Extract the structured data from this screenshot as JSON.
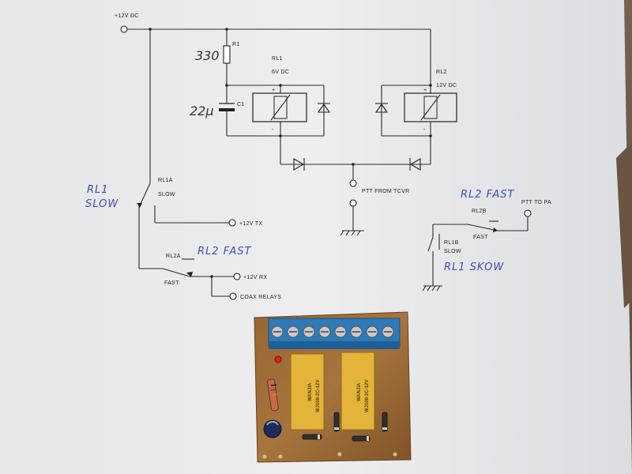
{
  "schematic": {
    "supply_label": "+12V DC",
    "r1_label": "R1",
    "r1_value": "330",
    "c1_label": "C1",
    "c1_value": "22µ",
    "rl1_label": "RL1",
    "rl1_voltage": "6V DC",
    "rl2_label": "RL2",
    "rl2_voltage": "12V DC",
    "pin_plus_1": "+",
    "pin_minus_1": "-",
    "pin_plus_2": "+",
    "pin_minus_2": "-",
    "ptt_from": "PTT FROM TCVR",
    "rl1a_label": "RL1A",
    "rl1a_mode": "SLOW",
    "tx_label": "+12V TX",
    "rl2a_label": "RL2A",
    "rl2a_mode": "FAST",
    "rx_label": "+12V RX",
    "coax_label": "COAX RELAYS",
    "rl2b_label": "RL2B",
    "rl2b_mode": "FAST",
    "ptt_to": "PTT TO PA",
    "rl1b_label": "RL1B",
    "rl1b_mode": "SLOW"
  },
  "annotations": {
    "rl1_slow_left_1": "RL1",
    "rl1_slow_left_2": "SLOW",
    "rl2_fast_mid": "RL2 FAST",
    "rl2_fast_right": "RL2 FAST",
    "rl1_slow_right": "RL1 SKOW"
  },
  "board": {
    "relay_brand": "WANJIA",
    "relay_model": "WJ108-2C-12V"
  }
}
